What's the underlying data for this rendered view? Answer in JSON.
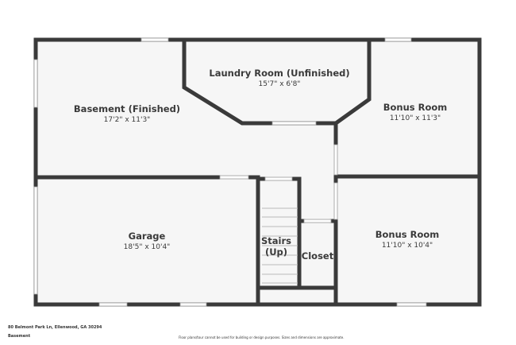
{
  "rooms": {
    "basement": {
      "name": "Basement (Finished)",
      "dims": "17'2\" x 11'3\""
    },
    "laundry": {
      "name": "Laundry Room (Unfinished)",
      "dims": "15'7\" x 6'8\""
    },
    "bonus_top": {
      "name": "Bonus Room",
      "dims": "11'10\" x 11'3\""
    },
    "garage": {
      "name": "Garage",
      "dims": "18'5\" x 10'4\""
    },
    "stairs": {
      "name": "Stairs",
      "sub": "(Up)"
    },
    "closet": {
      "name": "Closet"
    },
    "bonus_bottom": {
      "name": "Bonus Room",
      "dims": "11'10\" x 10'4\""
    }
  },
  "footer": {
    "address": "80 Belmont Park Ln, Ellenwood, GA 30294",
    "floor": "Basement",
    "disclaimer": "Floor plans/tour cannot be used for building or design purposes. Sizes and dimensions are approximate."
  },
  "colors": {
    "wall": "#3a3a3a",
    "floor": "#f6f6f6"
  }
}
